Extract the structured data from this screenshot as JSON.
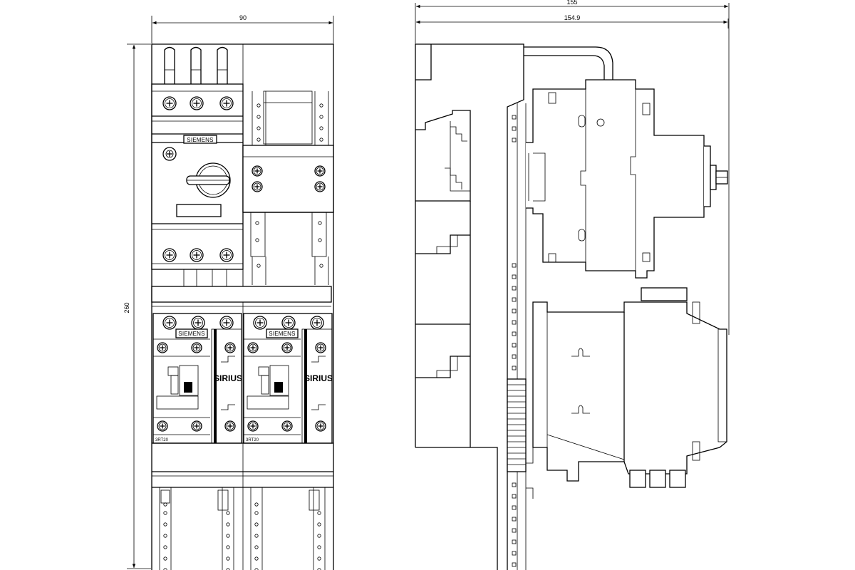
{
  "front_view": {
    "dim_width": "90",
    "dim_height": "260",
    "breaker_brand": "SIEMENS",
    "contactor_1": {
      "brand": "SIEMENS",
      "series": "SIRIUS",
      "code": "3RT20"
    },
    "contactor_2": {
      "brand": "SIEMENS",
      "series": "SIRIUS",
      "code": "3RT20"
    }
  },
  "side_view": {
    "dim_overall": "155",
    "dim_depth": "154.9"
  }
}
